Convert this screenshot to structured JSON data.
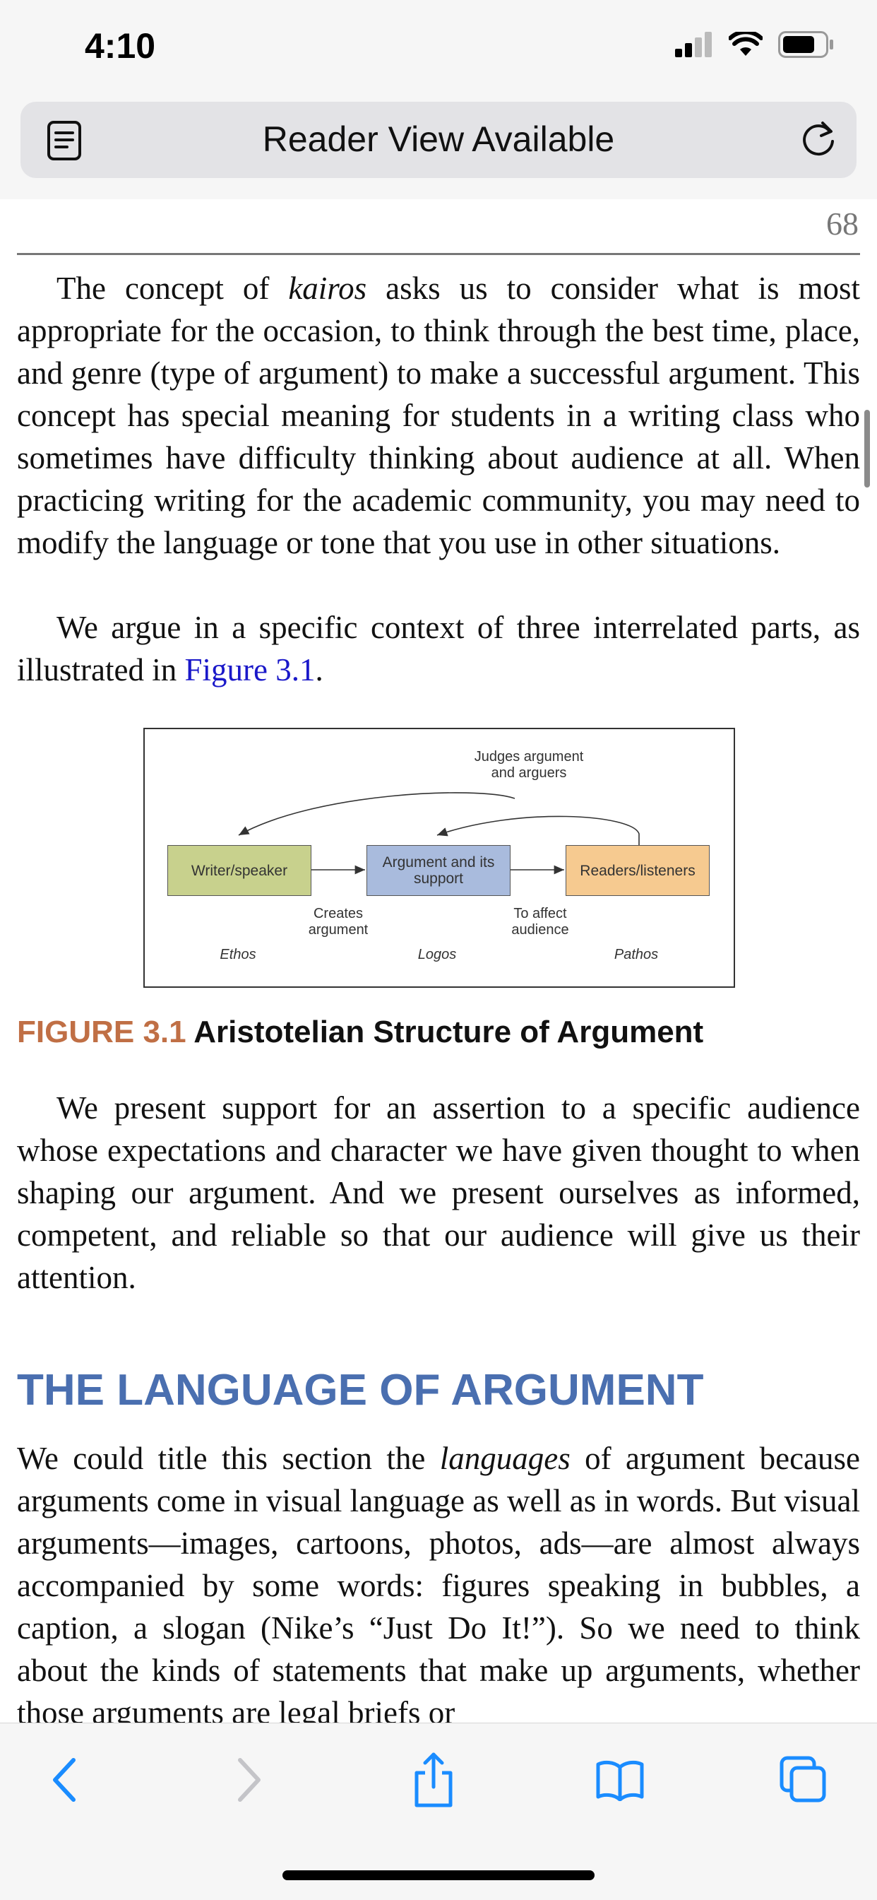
{
  "status_bar": {
    "time": "4:10"
  },
  "address_bar": {
    "text": "Reader View Available"
  },
  "page": {
    "number": "68"
  },
  "paragraphs": {
    "p1_a": "The concept of ",
    "p1_em": "kairos",
    "p1_b": " asks us to consider what is most appropriate for the occasion, to think through the best time, place, and genre (type of argument) to make a successful argument. This concept has special meaning for students in a writing class who sometimes have difficulty thinking about audience at all. When practicing writing for the academic community, you may need to modify the language or tone that you use in other situations.",
    "p2_a": "We argue in a specific context of three interrelated parts, as illustrated in ",
    "p2_link": "Figure 3.1",
    "p2_b": ".",
    "p3": "We present support for an assertion to a specific audience whose expectations and character we have given thought to when shaping our argument. And we present ourselves as informed, competent, and reliable so that our audience will give us their attention.",
    "p4_a": "We could title this section the ",
    "p4_em": "languages",
    "p4_b": " of argument because arguments come in visual language as well as in words. But visual arguments—images, cartoons, photos, ads—are almost always accompanied by some words: figures speaking in bubbles, a caption, a slogan (Nike’s “Just Do It!”). So we need to think about the kinds of statements that make up arguments, whether those arguments are legal briefs or"
  },
  "figure": {
    "box_writer": "Writer/speaker",
    "box_argument": "Argument and its support",
    "box_readers": "Readers/listeners",
    "label_judges": "Judges argument and arguers",
    "label_creates": "Creates argument",
    "label_affect": "To affect audience",
    "label_ethos": "Ethos",
    "label_logos": "Logos",
    "label_pathos": "Pathos",
    "colors": {
      "writer": "#c8d18d",
      "argument": "#a9bbdd",
      "readers": "#f6ca90"
    }
  },
  "caption": {
    "number": "FIGURE 3.1",
    "title": "Aristotelian Structure of Argument"
  },
  "section_heading": "THE LANGUAGE OF ARGUMENT",
  "toolbar": {
    "icons": [
      "back-icon",
      "forward-icon",
      "share-icon",
      "bookmarks-icon",
      "tabs-icon"
    ]
  },
  "colors": {
    "accent": "#1a8cff",
    "heading": "#4a6fb0",
    "caption_num": "#c06f45",
    "link": "#1a18c9"
  }
}
